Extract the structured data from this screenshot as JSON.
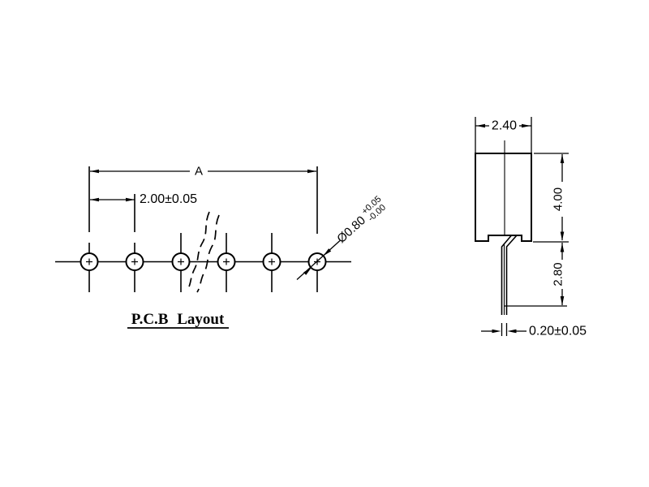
{
  "drawing": {
    "background": "#ffffff",
    "ink_color": "#000000",
    "pcb_view": {
      "label": "P.C.B Layout",
      "hole_count": 6,
      "dim_total_pitch": "A",
      "dim_hole_pitch": "2.00±0.05",
      "hole_diameter": {
        "value": "Ø0.80",
        "tol_plus": "+0.05",
        "tol_minus": "-0.00"
      }
    },
    "side_view": {
      "dim_body_width": "2.40",
      "dim_body_height": "4.00",
      "dim_pin_length": "2.80",
      "dim_pin_thickness": "0.20±0.05"
    }
  }
}
